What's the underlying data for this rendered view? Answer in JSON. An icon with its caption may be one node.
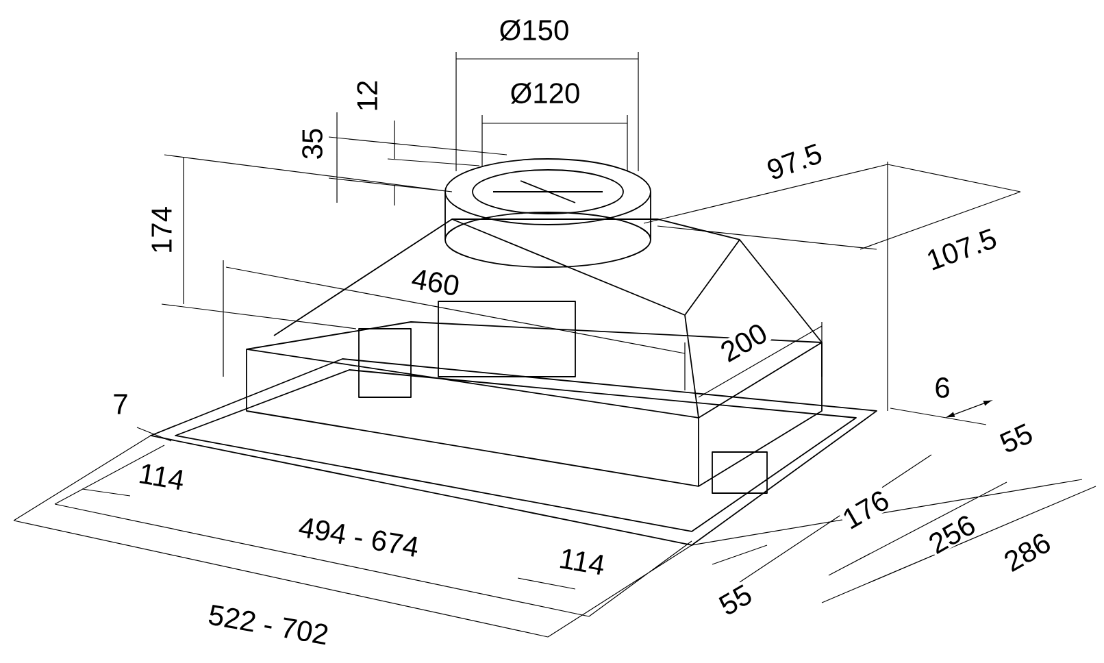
{
  "diagram": {
    "labels": [
      "Ø150",
      "Ø120",
      "12",
      "35",
      "174",
      "97.5",
      "107.5",
      "460",
      "200",
      "6",
      "7",
      "55",
      "114",
      "176",
      "494 - 674",
      "256",
      "286",
      "114",
      "55",
      "522 - 702"
    ]
  }
}
